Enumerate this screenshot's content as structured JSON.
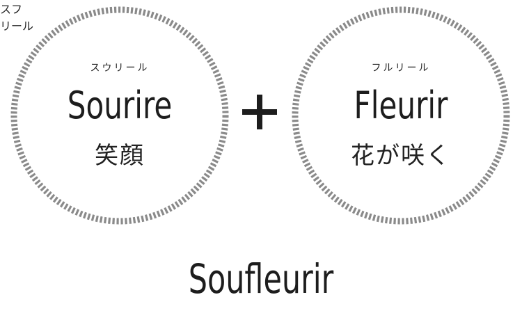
{
  "left_circle": {
    "ruby": "スウリール",
    "word": "Sourire",
    "meaning": "笑顔"
  },
  "operator": "+",
  "right_circle": {
    "ruby": "フルリール",
    "word": "Fleurir",
    "meaning": "花が咲く"
  },
  "result": {
    "word": "Soufleurir",
    "ruby_part1": "スフ",
    "ruby_part2": "リール"
  },
  "colors": {
    "ring": "#8a8a8a",
    "text": "#1d1d1d",
    "background": "#ffffff"
  },
  "icons": {
    "plus": "plus-icon"
  }
}
